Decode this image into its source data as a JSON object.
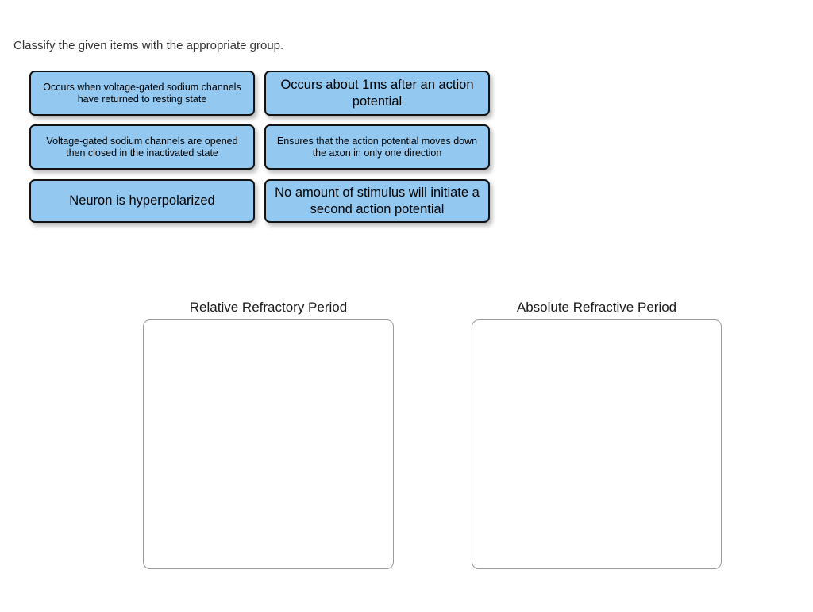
{
  "instruction": {
    "text": "Classify the given items with the appropriate group."
  },
  "colors": {
    "card_fill": "#93C8F0",
    "card_border": "#111111",
    "dropzone_border": "#9a9a9a",
    "page_background": "#ffffff",
    "instruction_text": "#333333"
  },
  "items": [
    {
      "id": "item-1",
      "text": "Occurs when voltage-gated sodium channels have returned to resting state",
      "column": "left",
      "row": 1,
      "size": "small"
    },
    {
      "id": "item-2",
      "text": "Occurs about 1ms after an action potential",
      "column": "right",
      "row": 1,
      "size": "large"
    },
    {
      "id": "item-3",
      "text": "Voltage-gated sodium channels are opened then closed in the inactivated state",
      "column": "left",
      "row": 2,
      "size": "small"
    },
    {
      "id": "item-4",
      "text": "Ensures that the action potential moves down the axon in only one direction",
      "column": "right",
      "row": 2,
      "size": "small"
    },
    {
      "id": "item-5",
      "text": "Neuron is hyperpolarized",
      "column": "left",
      "row": 3,
      "size": "large"
    },
    {
      "id": "item-6",
      "text": "No amount of stimulus will initiate a second action potential",
      "column": "right",
      "row": 3,
      "size": "large"
    }
  ],
  "dropzones": [
    {
      "id": "relative",
      "title": "Relative Refractory Period",
      "contents": []
    },
    {
      "id": "absolute",
      "title": "Absolute Refractive Period",
      "contents": []
    }
  ]
}
